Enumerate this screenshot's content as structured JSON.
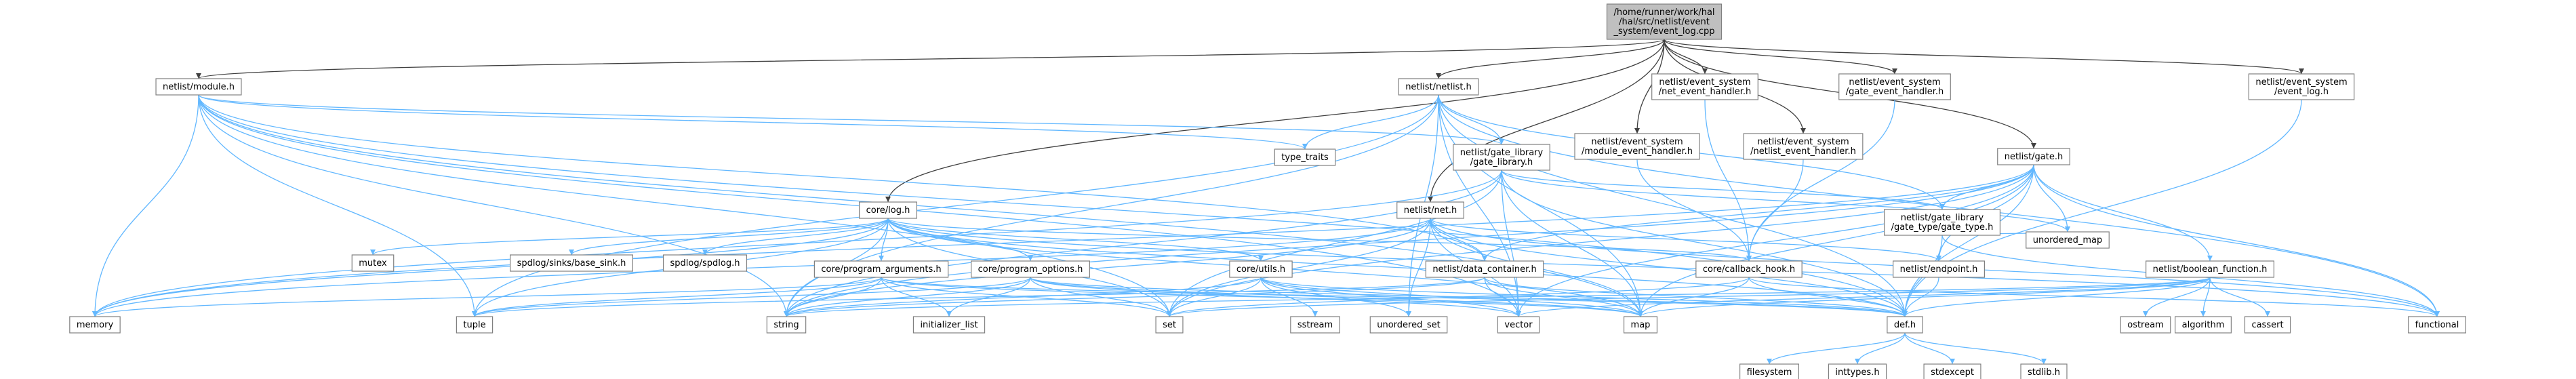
{
  "graph": {
    "colors": {
      "node_fill": "#ffffff",
      "root_fill": "#bfbfbf",
      "node_stroke": "#808080",
      "edge_direct": "#404040",
      "edge_dependency": "#63b8ff",
      "edge_other": "#1e7a2e",
      "text": "#000000"
    },
    "nodes": [
      {
        "id": "root",
        "lines": [
          "/home/runner/work/hal",
          "/hal/src/netlist/event",
          "_system/event_log.cpp"
        ],
        "root": true
      },
      {
        "id": "module_h",
        "lines": [
          "netlist/module.h"
        ]
      },
      {
        "id": "netlist_h",
        "lines": [
          "netlist/netlist.h"
        ]
      },
      {
        "id": "net_event_handler_h",
        "lines": [
          "netlist/event_system",
          "/net_event_handler.h"
        ]
      },
      {
        "id": "gate_event_handler_h",
        "lines": [
          "netlist/event_system",
          "/gate_event_handler.h"
        ]
      },
      {
        "id": "event_log_h",
        "lines": [
          "netlist/event_system",
          "/event_log.h"
        ]
      },
      {
        "id": "gate_library_h",
        "lines": [
          "netlist/gate_library",
          "/gate_library.h"
        ]
      },
      {
        "id": "module_event_handler_h",
        "lines": [
          "netlist/event_system",
          "/module_event_handler.h"
        ]
      },
      {
        "id": "netlist_event_handler_h",
        "lines": [
          "netlist/event_system",
          "/netlist_event_handler.h"
        ]
      },
      {
        "id": "gate_h",
        "lines": [
          "netlist/gate.h"
        ]
      },
      {
        "id": "type_traits",
        "lines": [
          "type_traits"
        ]
      },
      {
        "id": "gate_type_h",
        "lines": [
          "netlist/gate_library",
          "/gate_type/gate_type.h"
        ]
      },
      {
        "id": "log_h",
        "lines": [
          "core/log.h"
        ]
      },
      {
        "id": "net_h",
        "lines": [
          "netlist/net.h"
        ]
      },
      {
        "id": "mutex",
        "lines": [
          "mutex"
        ]
      },
      {
        "id": "base_sink_h",
        "lines": [
          "spdlog/sinks/base_sink.h"
        ]
      },
      {
        "id": "spdlog_h",
        "lines": [
          "spdlog/spdlog.h"
        ]
      },
      {
        "id": "program_arguments_h",
        "lines": [
          "core/program_arguments.h"
        ]
      },
      {
        "id": "program_options_h",
        "lines": [
          "core/program_options.h"
        ]
      },
      {
        "id": "utils_h",
        "lines": [
          "core/utils.h"
        ]
      },
      {
        "id": "data_container_h",
        "lines": [
          "netlist/data_container.h"
        ]
      },
      {
        "id": "callback_hook_h",
        "lines": [
          "core/callback_hook.h"
        ]
      },
      {
        "id": "endpoint_h",
        "lines": [
          "netlist/endpoint.h"
        ]
      },
      {
        "id": "boolean_function_h",
        "lines": [
          "netlist/boolean_function.h"
        ]
      },
      {
        "id": "unordered_map",
        "lines": [
          "unordered_map"
        ]
      },
      {
        "id": "memory",
        "lines": [
          "memory"
        ]
      },
      {
        "id": "tuple",
        "lines": [
          "tuple"
        ]
      },
      {
        "id": "string",
        "lines": [
          "string"
        ]
      },
      {
        "id": "initializer_list",
        "lines": [
          "initializer_list"
        ]
      },
      {
        "id": "set",
        "lines": [
          "set"
        ]
      },
      {
        "id": "sstream",
        "lines": [
          "sstream"
        ]
      },
      {
        "id": "unordered_set",
        "lines": [
          "unordered_set"
        ]
      },
      {
        "id": "vector",
        "lines": [
          "vector"
        ]
      },
      {
        "id": "map",
        "lines": [
          "map"
        ]
      },
      {
        "id": "def_h",
        "lines": [
          "def.h"
        ]
      },
      {
        "id": "ostream",
        "lines": [
          "ostream"
        ]
      },
      {
        "id": "algorithm",
        "lines": [
          "algorithm"
        ]
      },
      {
        "id": "cassert",
        "lines": [
          "cassert"
        ]
      },
      {
        "id": "functional",
        "lines": [
          "functional"
        ]
      },
      {
        "id": "filesystem",
        "lines": [
          "filesystem"
        ]
      },
      {
        "id": "inttypes_h",
        "lines": [
          "inttypes.h"
        ]
      },
      {
        "id": "stdexcept",
        "lines": [
          "stdexcept"
        ]
      },
      {
        "id": "stdlib_h",
        "lines": [
          "stdlib.h"
        ]
      }
    ],
    "edges": [
      [
        "root",
        "module_h"
      ],
      [
        "root",
        "netlist_h"
      ],
      [
        "root",
        "net_event_handler_h"
      ],
      [
        "root",
        "gate_event_handler_h"
      ],
      [
        "root",
        "event_log_h"
      ],
      [
        "root",
        "module_event_handler_h"
      ],
      [
        "root",
        "netlist_event_handler_h"
      ],
      [
        "root",
        "gate_h"
      ],
      [
        "root",
        "log_h"
      ],
      [
        "root",
        "net_h"
      ],
      [
        "module_h",
        "type_traits"
      ],
      [
        "module_h",
        "gate_library_h"
      ],
      [
        "module_h",
        "data_container_h"
      ],
      [
        "module_h",
        "memory"
      ],
      [
        "module_h",
        "tuple"
      ],
      [
        "module_h",
        "string"
      ],
      [
        "module_h",
        "set"
      ],
      [
        "module_h",
        "map"
      ],
      [
        "module_h",
        "def_h"
      ],
      [
        "module_h",
        "vector"
      ],
      [
        "netlist_h",
        "type_traits"
      ],
      [
        "netlist_h",
        "gate_library_h"
      ],
      [
        "netlist_h",
        "unordered_set"
      ],
      [
        "netlist_h",
        "tuple"
      ],
      [
        "netlist_h",
        "string"
      ],
      [
        "netlist_h",
        "map"
      ],
      [
        "netlist_h",
        "functional"
      ],
      [
        "netlist_h",
        "def_h"
      ],
      [
        "netlist_h",
        "vector"
      ],
      [
        "netlist_h",
        "gate_type_h"
      ],
      [
        "net_event_handler_h",
        "callback_hook_h"
      ],
      [
        "gate_event_handler_h",
        "callback_hook_h"
      ],
      [
        "module_event_handler_h",
        "callback_hook_h"
      ],
      [
        "netlist_event_handler_h",
        "callback_hook_h"
      ],
      [
        "event_log_h",
        "def_h"
      ],
      [
        "gate_library_h",
        "gate_type_h"
      ],
      [
        "gate_library_h",
        "set"
      ],
      [
        "gate_library_h",
        "map"
      ],
      [
        "gate_library_h",
        "vector"
      ],
      [
        "gate_library_h",
        "string"
      ],
      [
        "gate_library_h",
        "def_h"
      ],
      [
        "gate_library_h",
        "unordered_map"
      ],
      [
        "gate_library_h",
        "memory"
      ],
      [
        "gate_h",
        "gate_type_h"
      ],
      [
        "gate_h",
        "data_container_h"
      ],
      [
        "gate_h",
        "endpoint_h"
      ],
      [
        "gate_h",
        "boolean_function_h"
      ],
      [
        "gate_h",
        "unordered_map"
      ],
      [
        "gate_h",
        "functional"
      ],
      [
        "gate_h",
        "def_h"
      ],
      [
        "gate_h",
        "set"
      ],
      [
        "gate_h",
        "map"
      ],
      [
        "gate_h",
        "vector"
      ],
      [
        "gate_h",
        "string"
      ],
      [
        "gate_h",
        "memory"
      ],
      [
        "gate_type_h",
        "unordered_map"
      ],
      [
        "gate_type_h",
        "def_h"
      ],
      [
        "gate_type_h",
        "functional"
      ],
      [
        "log_h",
        "mutex"
      ],
      [
        "log_h",
        "base_sink_h"
      ],
      [
        "log_h",
        "spdlog_h"
      ],
      [
        "log_h",
        "program_arguments_h"
      ],
      [
        "log_h",
        "program_options_h"
      ],
      [
        "log_h",
        "utils_h"
      ],
      [
        "log_h",
        "callback_hook_h"
      ],
      [
        "log_h",
        "def_h"
      ],
      [
        "log_h",
        "memory"
      ],
      [
        "log_h",
        "string"
      ],
      [
        "log_h",
        "set"
      ],
      [
        "log_h",
        "map"
      ],
      [
        "log_h",
        "tuple"
      ],
      [
        "log_h",
        "functional"
      ],
      [
        "net_h",
        "data_container_h"
      ],
      [
        "net_h",
        "endpoint_h"
      ],
      [
        "net_h",
        "set"
      ],
      [
        "net_h",
        "map"
      ],
      [
        "net_h",
        "vector"
      ],
      [
        "net_h",
        "string"
      ],
      [
        "net_h",
        "def_h"
      ],
      [
        "net_h",
        "memory"
      ],
      [
        "net_h",
        "functional"
      ],
      [
        "net_h",
        "unordered_set"
      ],
      [
        "program_arguments_h",
        "initializer_list"
      ],
      [
        "program_arguments_h",
        "set"
      ],
      [
        "program_arguments_h",
        "string"
      ],
      [
        "program_arguments_h",
        "map"
      ],
      [
        "program_arguments_h",
        "tuple"
      ],
      [
        "program_arguments_h",
        "memory"
      ],
      [
        "program_arguments_h",
        "def_h"
      ],
      [
        "program_options_h",
        "initializer_list"
      ],
      [
        "program_options_h",
        "set"
      ],
      [
        "program_options_h",
        "string"
      ],
      [
        "program_options_h",
        "map"
      ],
      [
        "program_options_h",
        "tuple"
      ],
      [
        "program_options_h",
        "vector"
      ],
      [
        "program_options_h",
        "def_h"
      ],
      [
        "program_options_h",
        "list"
      ],
      [
        "utils_h",
        "sstream"
      ],
      [
        "utils_h",
        "unordered_set"
      ],
      [
        "utils_h",
        "set"
      ],
      [
        "utils_h",
        "vector"
      ],
      [
        "utils_h",
        "string"
      ],
      [
        "utils_h",
        "map"
      ],
      [
        "utils_h",
        "def_h"
      ],
      [
        "data_container_h",
        "map"
      ],
      [
        "data_container_h",
        "tuple"
      ],
      [
        "data_container_h",
        "string"
      ],
      [
        "data_container_h",
        "vector"
      ],
      [
        "data_container_h",
        "def_h"
      ],
      [
        "callback_hook_h",
        "map"
      ],
      [
        "callback_hook_h",
        "functional"
      ],
      [
        "callback_hook_h",
        "def_h"
      ],
      [
        "callback_hook_h",
        "set"
      ],
      [
        "endpoint_h",
        "def_h"
      ],
      [
        "boolean_function_h",
        "ostream"
      ],
      [
        "boolean_function_h",
        "algorithm"
      ],
      [
        "boolean_function_h",
        "cassert"
      ],
      [
        "boolean_function_h",
        "def_h"
      ],
      [
        "boolean_function_h",
        "map"
      ],
      [
        "boolean_function_h",
        "vector"
      ],
      [
        "boolean_function_h",
        "string"
      ],
      [
        "boolean_function_h",
        "set"
      ],
      [
        "def_h",
        "filesystem"
      ],
      [
        "def_h",
        "inttypes_h"
      ],
      [
        "def_h",
        "stdexcept"
      ],
      [
        "def_h",
        "stdlib_h"
      ]
    ]
  }
}
